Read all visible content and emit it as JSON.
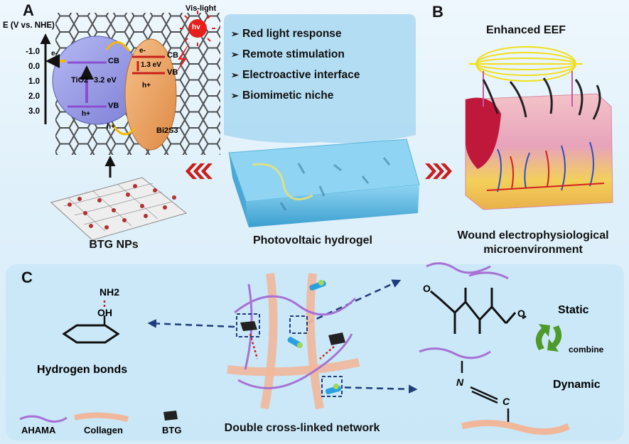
{
  "panels": {
    "a": "A",
    "b": "B",
    "c": "C"
  },
  "energy": {
    "axis_label": "E (V vs. NHE)",
    "ticks": [
      "-1.0",
      "0.0",
      "1.0",
      "2.0",
      "3.0"
    ],
    "tio2_label": "TiO2",
    "tio2_gap": "3.2 eV",
    "bi2s3_label": "Bi2S3",
    "bi2s3_gap": "1.3 eV",
    "cb": "CB",
    "vb": "VB",
    "electron": "e-",
    "hole": "h+",
    "light_label": "Vis-light",
    "photon": "hv"
  },
  "features": [
    "Red light response",
    "Remote stimulation",
    "Electroactive interface",
    "Biomimetic niche"
  ],
  "captions": {
    "btg": "BTG NPs",
    "hydrogel": "Photovoltaic hydrogel",
    "eef": "Enhanced EEF",
    "wound_line1": "Wound electrophysiological",
    "wound_line2": "microenvironment"
  },
  "panel_c": {
    "nh2": "NH2",
    "oh": "OH",
    "hydrogen_bonds": "Hydrogen bonds",
    "network": "Double cross-linked network",
    "static": "Static",
    "dynamic": "Dynamic",
    "combine": "combine",
    "o_atom": "O",
    "n_atom": "N",
    "c_atom": "C"
  },
  "legend": [
    "AHAMA",
    "Collagen",
    "BTG"
  ],
  "colors": {
    "tio2": "#8f8fe0",
    "bi2s3": "#e89a55",
    "arrow_red": "#c8201c",
    "dashed": "#1f3d7a",
    "purple": "#a672d4"
  }
}
